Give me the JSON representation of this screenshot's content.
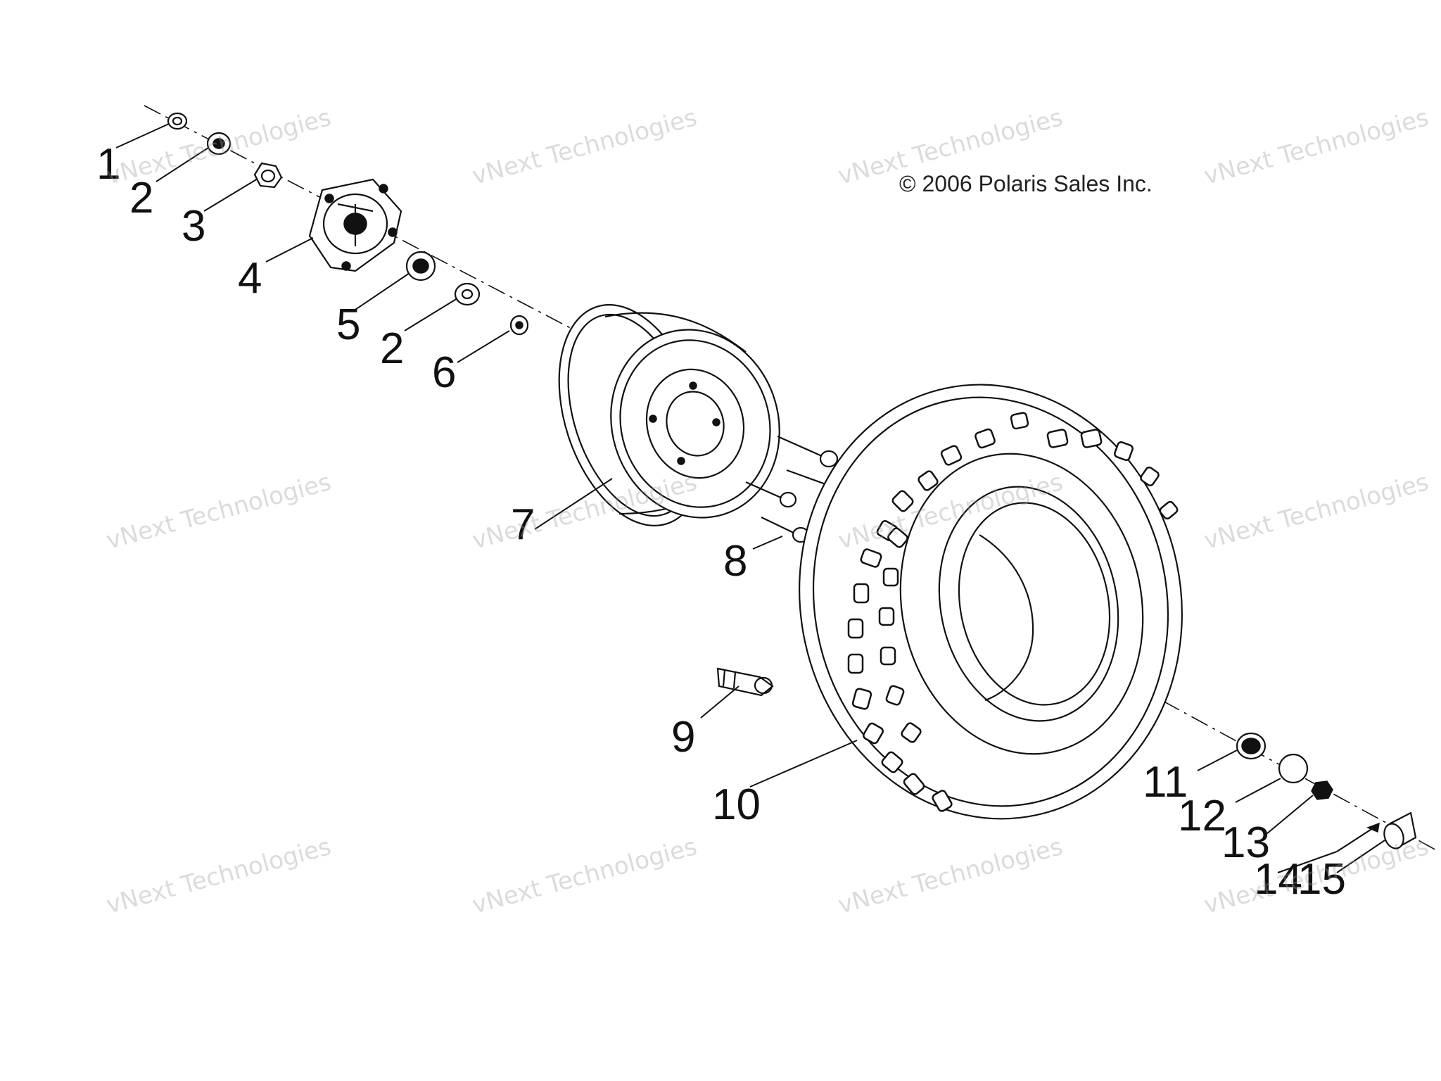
{
  "copyright": "© 2006 Polaris Sales Inc.",
  "watermark": {
    "line1": "vNext Technologies",
    "line2": "vNext Technologies"
  },
  "callouts": [
    {
      "id": "c1",
      "label": "1"
    },
    {
      "id": "c2a",
      "label": "2"
    },
    {
      "id": "c3",
      "label": "3"
    },
    {
      "id": "c4",
      "label": "4"
    },
    {
      "id": "c5",
      "label": "5"
    },
    {
      "id": "c2b",
      "label": "2"
    },
    {
      "id": "c6",
      "label": "6"
    },
    {
      "id": "c7",
      "label": "7"
    },
    {
      "id": "c8",
      "label": "8"
    },
    {
      "id": "c9",
      "label": "9"
    },
    {
      "id": "c10",
      "label": "10"
    },
    {
      "id": "c11",
      "label": "11"
    },
    {
      "id": "c12",
      "label": "12"
    },
    {
      "id": "c13",
      "label": "13"
    },
    {
      "id": "c14",
      "label": "14"
    },
    {
      "id": "c15",
      "label": "15"
    }
  ]
}
